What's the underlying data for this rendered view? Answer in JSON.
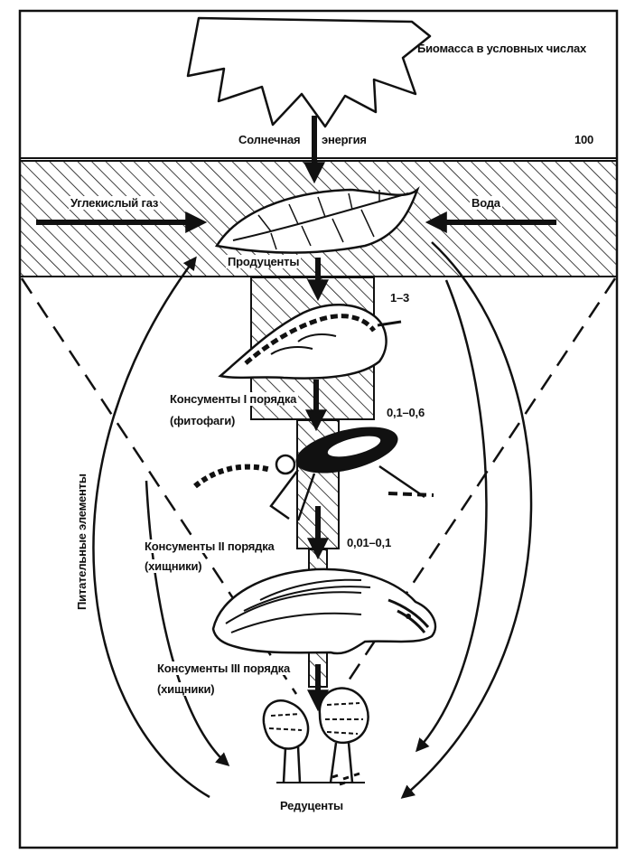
{
  "labels": {
    "biomass_title": "Биомасса в условных числах",
    "solar_energy_left": "Солнечная",
    "solar_energy_right": "энергия",
    "co2": "Углекислый газ",
    "water": "Вода",
    "producers": "Продуценты",
    "consumers_1_line1": "Консументы I порядка",
    "consumers_1_line2": "(фитофаги)",
    "consumers_2_line1": "Консументы II порядка",
    "consumers_2_line2": "(хищники)",
    "consumers_3_line1": "Консументы III порядка",
    "consumers_3_line2": "(хищники)",
    "decomposers": "Редуценты",
    "nutrients": "Питательные элементы"
  },
  "biomass": {
    "producers": "100",
    "consumers_1": "1–3",
    "consumers_2": "0,1–0,6",
    "consumers_3": "0,01–0,1"
  },
  "colors": {
    "ink": "#111111",
    "paper": "#ffffff"
  }
}
